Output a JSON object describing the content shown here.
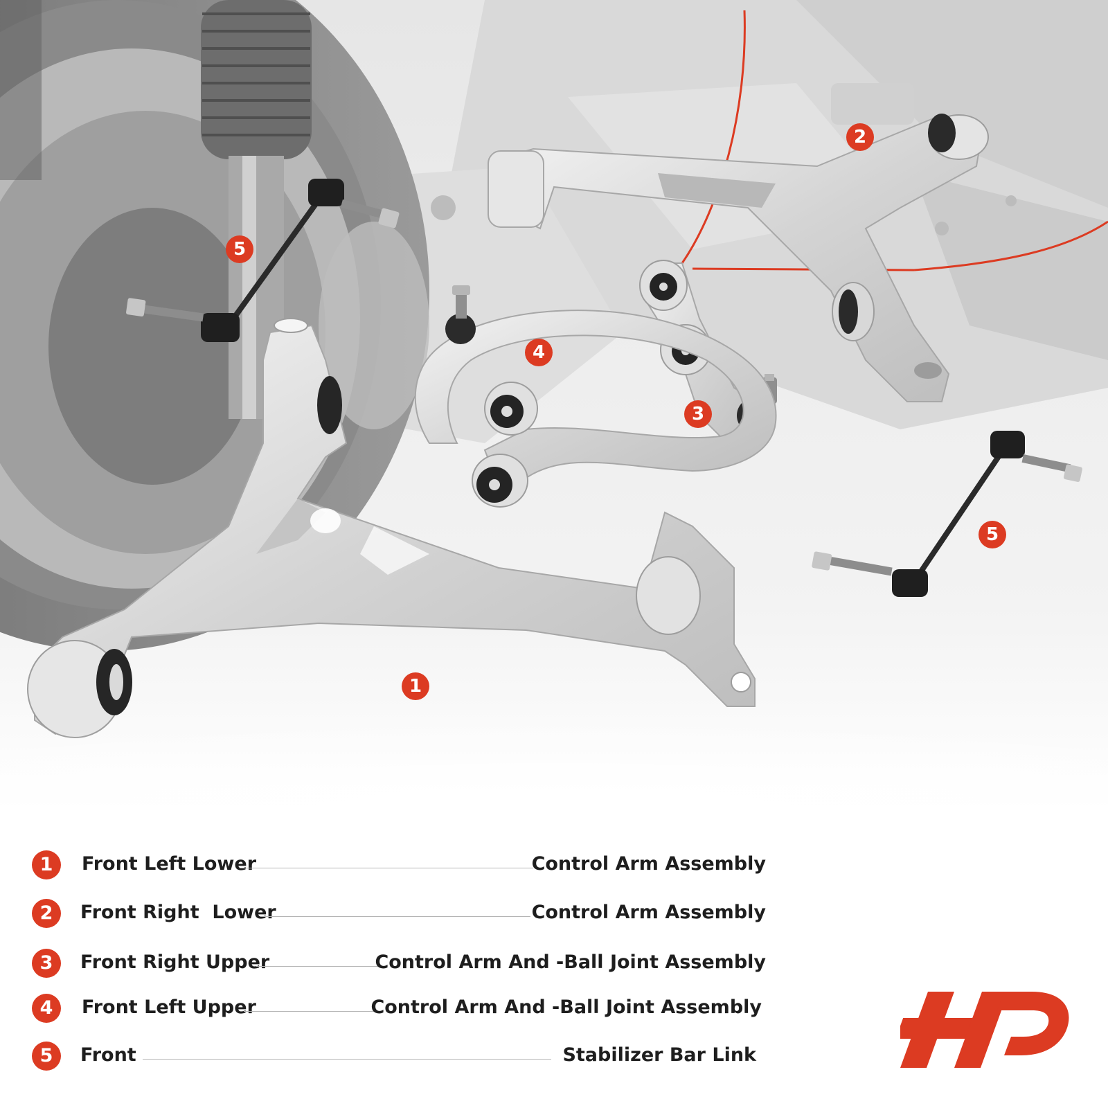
{
  "colors": {
    "accent": "#dc3b22",
    "text": "#1e1e1e",
    "leader_line": "#b5b5b5"
  },
  "callouts": [
    {
      "id": "c1",
      "label": "1"
    },
    {
      "id": "c2",
      "label": "2"
    },
    {
      "id": "c3",
      "label": "3"
    },
    {
      "id": "c4",
      "label": "4"
    },
    {
      "id": "c5a",
      "label": "5"
    },
    {
      "id": "c5b",
      "label": "5"
    }
  ],
  "legend": [
    {
      "num": "1",
      "left": "Front Left Lower",
      "right": "Control Arm Assembly"
    },
    {
      "num": "2",
      "left": "Front Right  Lower",
      "right": "Control Arm Assembly"
    },
    {
      "num": "3",
      "left": "Front Right Upper",
      "right": "Control Arm And -Ball Joint Assembly"
    },
    {
      "num": "4",
      "left": "Front Left Upper",
      "right": "Control Arm And -Ball Joint Assembly"
    },
    {
      "num": "5",
      "left": "Front",
      "right": "Stabilizer Bar Link"
    }
  ],
  "logo": {
    "icon": "ap-brand-logo-icon",
    "color": "#dc3b22"
  }
}
